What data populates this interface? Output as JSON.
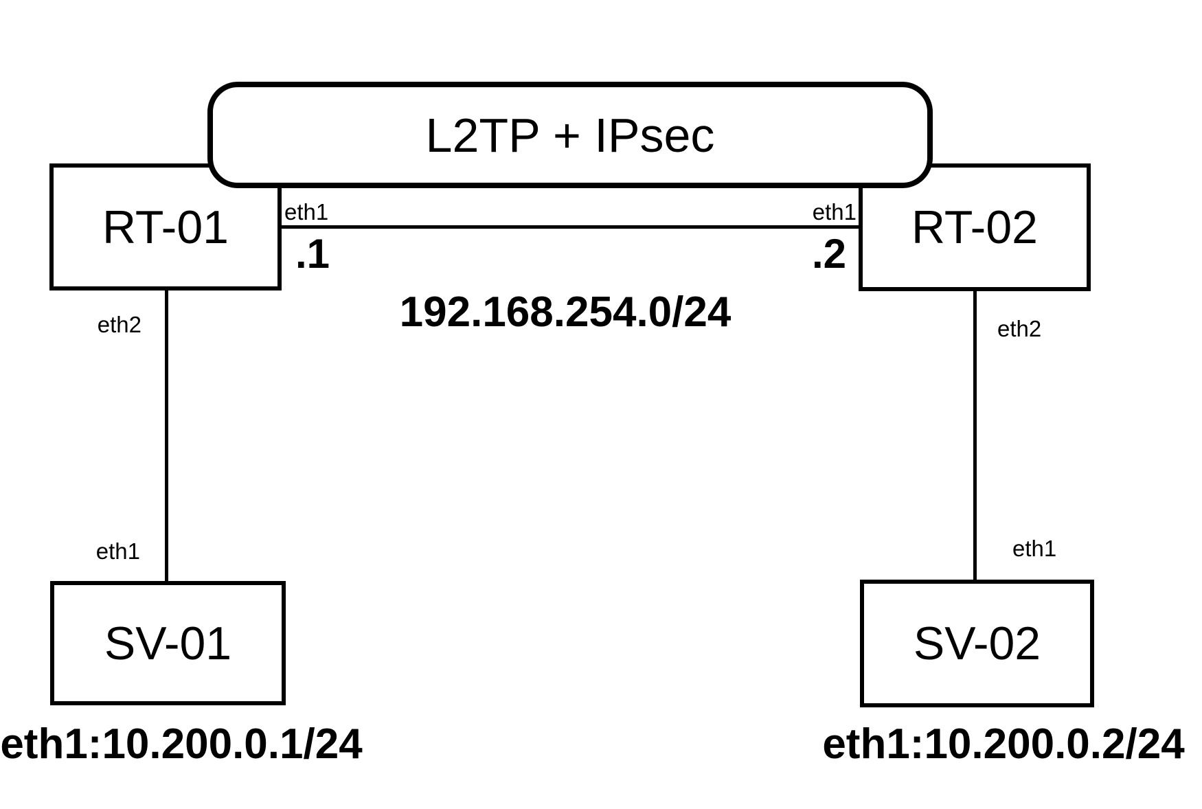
{
  "colors": {
    "stroke": "#000000",
    "background": "#ffffff"
  },
  "tunnel": {
    "label": "L2TP + IPsec"
  },
  "wan_link": {
    "subnet": "192.168.254.0/24",
    "rt01_port": "eth1",
    "rt01_host": ".1",
    "rt02_port": "eth1",
    "rt02_host": ".2"
  },
  "rt01": {
    "label": "RT-01",
    "lan_port": "eth2"
  },
  "rt02": {
    "label": "RT-02",
    "lan_port": "eth2"
  },
  "sv01": {
    "label": "SV-01",
    "port": "eth1",
    "caption": "eth1:10.200.0.1/24"
  },
  "sv02": {
    "label": "SV-02",
    "port": "eth1",
    "caption": "eth1:10.200.0.2/24"
  }
}
